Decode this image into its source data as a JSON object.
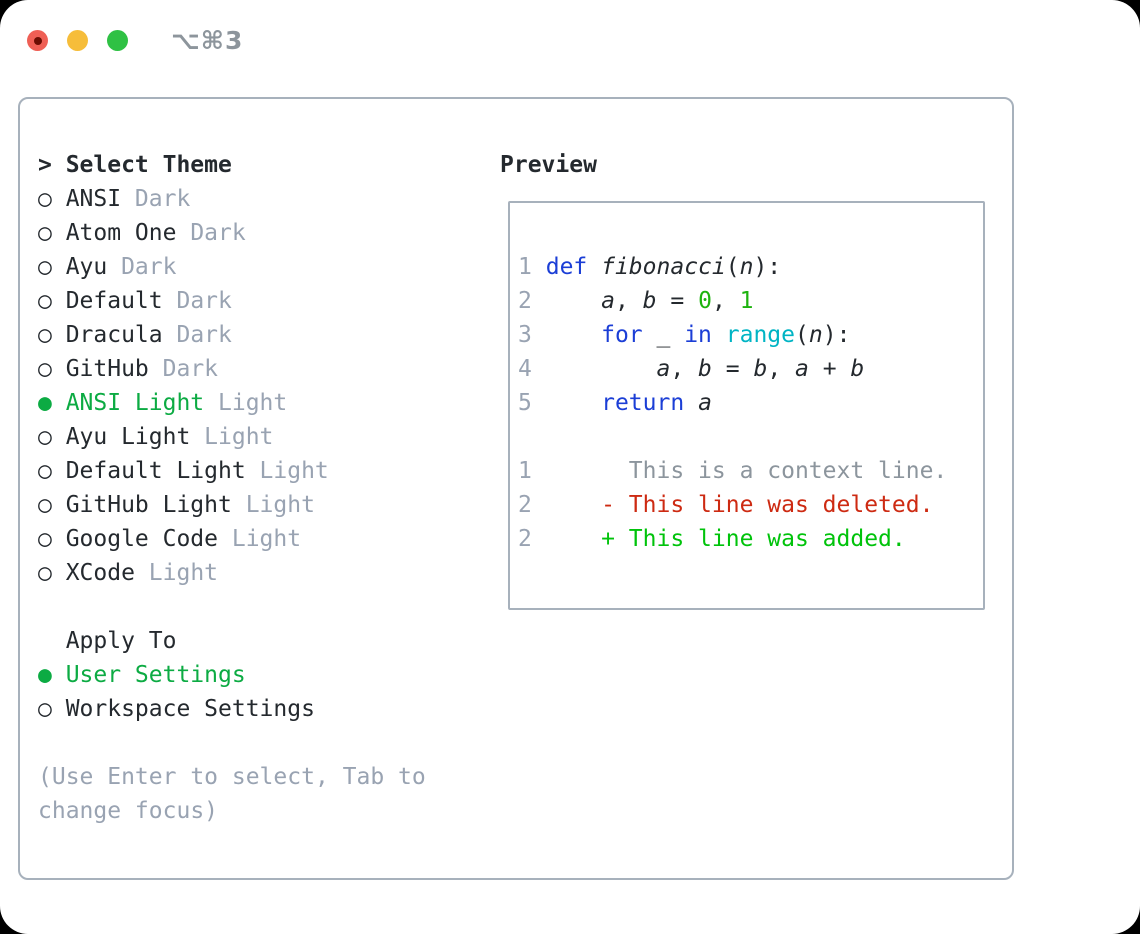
{
  "window": {
    "shortcut_label": "⌥⌘3"
  },
  "colors": {
    "ink": "#24292e",
    "muted": "#99a3b2",
    "context_gray": "#8c959d",
    "border": "#a7b1bc",
    "title_gray": "#8d959c",
    "selection_green": "#0cab43",
    "added_green": "#00c30b",
    "number_green": "#1eb30f",
    "keyword_blue": "#1b3ed6",
    "builtin_cyan": "#00b4c4",
    "deleted_red": "#cd2a12",
    "traffic_red": "#ef5f55",
    "traffic_red_dot": "#6b0d03",
    "traffic_yellow": "#f6bd3a",
    "traffic_green": "#2fc144"
  },
  "theme_picker": {
    "prompt": ">",
    "title": "Select Theme",
    "bullet_unselected": "○",
    "bullet_selected": "●",
    "items": [
      {
        "name": "ANSI",
        "variant": "Dark",
        "selected": false
      },
      {
        "name": "Atom One",
        "variant": "Dark",
        "selected": false
      },
      {
        "name": "Ayu",
        "variant": "Dark",
        "selected": false
      },
      {
        "name": "Default",
        "variant": "Dark",
        "selected": false
      },
      {
        "name": "Dracula",
        "variant": "Dark",
        "selected": false
      },
      {
        "name": "GitHub",
        "variant": "Dark",
        "selected": false
      },
      {
        "name": "ANSI Light",
        "variant": "Light",
        "selected": true
      },
      {
        "name": "Ayu Light",
        "variant": "Light",
        "selected": false
      },
      {
        "name": "Default Light",
        "variant": "Light",
        "selected": false
      },
      {
        "name": "GitHub Light",
        "variant": "Light",
        "selected": false
      },
      {
        "name": "Google Code",
        "variant": "Light",
        "selected": false
      },
      {
        "name": "XCode",
        "variant": "Light",
        "selected": false
      }
    ],
    "apply_to": {
      "title": "Apply To",
      "options": [
        {
          "name": "User Settings",
          "selected": true
        },
        {
          "name": "Workspace Settings",
          "selected": false
        }
      ]
    },
    "hint": "(Use Enter to select, Tab to change focus)"
  },
  "preview": {
    "title": "Preview",
    "code_lines": [
      {
        "num": "1",
        "tokens": [
          {
            "t": " ",
            "s": "pl"
          },
          {
            "t": "def ",
            "s": "kw"
          },
          {
            "t": "fibonacci",
            "s": "id"
          },
          {
            "t": "(",
            "s": "pl"
          },
          {
            "t": "n",
            "s": "id"
          },
          {
            "t": "):",
            "s": "pl"
          }
        ]
      },
      {
        "num": "2",
        "tokens": [
          {
            "t": "     ",
            "s": "pl"
          },
          {
            "t": "a",
            "s": "id"
          },
          {
            "t": ", ",
            "s": "pl"
          },
          {
            "t": "b",
            "s": "id"
          },
          {
            "t": " = ",
            "s": "pl"
          },
          {
            "t": "0",
            "s": "num"
          },
          {
            "t": ", ",
            "s": "pl"
          },
          {
            "t": "1",
            "s": "num"
          }
        ]
      },
      {
        "num": "3",
        "tokens": [
          {
            "t": "     ",
            "s": "pl"
          },
          {
            "t": "for",
            "s": "kw"
          },
          {
            "t": " _ ",
            "s": "pl"
          },
          {
            "t": "in",
            "s": "kw"
          },
          {
            "t": " ",
            "s": "pl"
          },
          {
            "t": "range",
            "s": "fn"
          },
          {
            "t": "(",
            "s": "pl"
          },
          {
            "t": "n",
            "s": "id"
          },
          {
            "t": "):",
            "s": "pl"
          }
        ]
      },
      {
        "num": "4",
        "tokens": [
          {
            "t": "         ",
            "s": "pl"
          },
          {
            "t": "a",
            "s": "id"
          },
          {
            "t": ", ",
            "s": "pl"
          },
          {
            "t": "b",
            "s": "id"
          },
          {
            "t": " = ",
            "s": "pl"
          },
          {
            "t": "b",
            "s": "id"
          },
          {
            "t": ", ",
            "s": "pl"
          },
          {
            "t": "a",
            "s": "id"
          },
          {
            "t": " + ",
            "s": "pl"
          },
          {
            "t": "b",
            "s": "id"
          }
        ]
      },
      {
        "num": "5",
        "tokens": [
          {
            "t": "     ",
            "s": "pl"
          },
          {
            "t": "return",
            "s": "kw"
          },
          {
            "t": " ",
            "s": "pl"
          },
          {
            "t": "a",
            "s": "id"
          }
        ]
      }
    ],
    "diff_lines": [
      {
        "num": "1",
        "kind": "context",
        "tokens": [
          {
            "t": "       This is a context line.",
            "s": "ctx"
          }
        ]
      },
      {
        "num": "2",
        "kind": "deleted",
        "tokens": [
          {
            "t": "     - This line was deleted.",
            "s": "del"
          }
        ]
      },
      {
        "num": "2",
        "kind": "added",
        "tokens": [
          {
            "t": "     + This line was added.",
            "s": "add"
          }
        ]
      }
    ]
  }
}
